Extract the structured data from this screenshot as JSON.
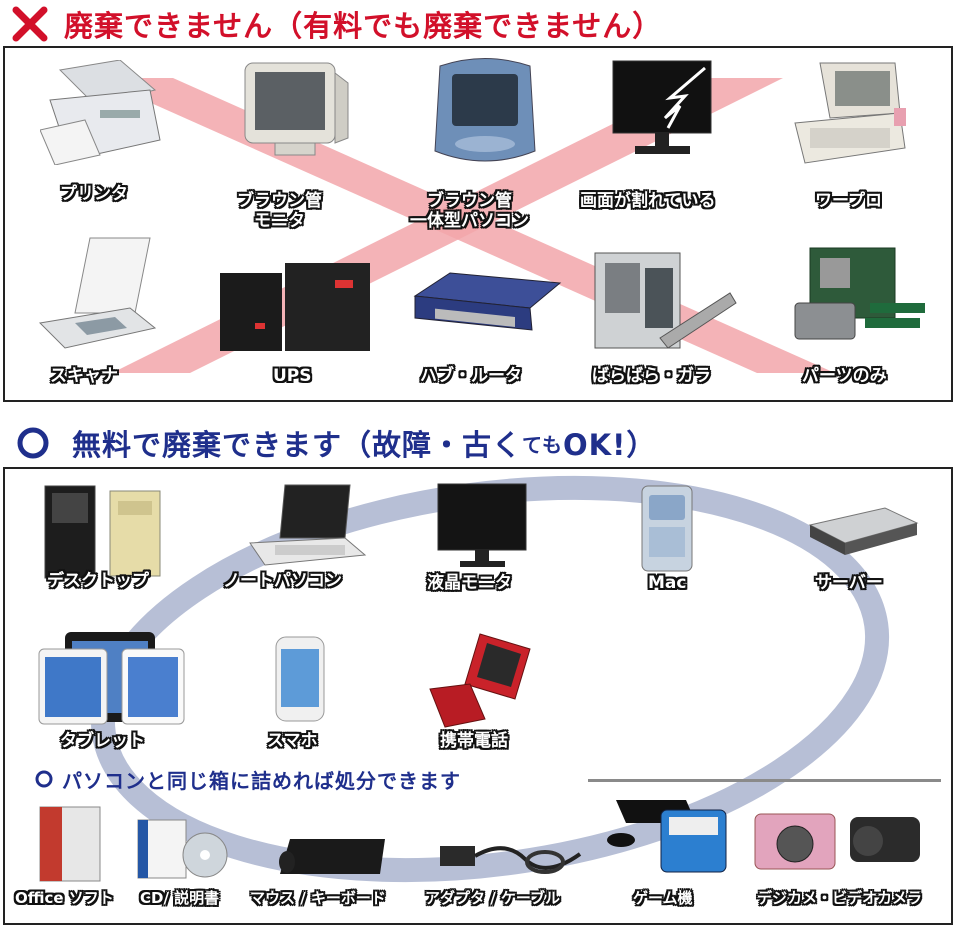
{
  "ng_section": {
    "title": "廃棄できません（有料でも廃棄できません）",
    "mark_color": "#d2102a",
    "items": [
      {
        "label": "プリンタ"
      },
      {
        "label": "ブラウン管\nモニタ"
      },
      {
        "label": "ブラウン管\n一体型パソコン"
      },
      {
        "label": "画面が割れている"
      },
      {
        "label": "ワープロ"
      },
      {
        "label": "スキャナ"
      },
      {
        "label": "UPS"
      },
      {
        "label": "ハブ・ルータ"
      },
      {
        "label": "ばらばら・ガラ"
      },
      {
        "label": "パーツのみ"
      }
    ]
  },
  "ok_section": {
    "title": "無料で廃棄できます",
    "title_paren_open": "（故障・古く",
    "title_small": "ても",
    "title_paren_close": "OK!）",
    "mark_color": "#1f2f8c",
    "items": [
      {
        "label": "デスクトップ"
      },
      {
        "label": "ノートパソコン"
      },
      {
        "label": "液晶モニタ"
      },
      {
        "label": "Mac"
      },
      {
        "label": "サーバー"
      },
      {
        "label": "タブレット"
      },
      {
        "label": "スマホ"
      },
      {
        "label": "携帯電話"
      }
    ],
    "sub_title": "パソコンと同じ箱に詰めれば処分できます",
    "sub_items": [
      {
        "label": "Office ソフト"
      },
      {
        "label": "CD/ 説明書"
      },
      {
        "label": "マウス / キーボード"
      },
      {
        "label": "アダプタ / ケーブル"
      },
      {
        "label": "ゲーム機"
      },
      {
        "label": "デジカメ・ビデオカメラ"
      }
    ]
  }
}
